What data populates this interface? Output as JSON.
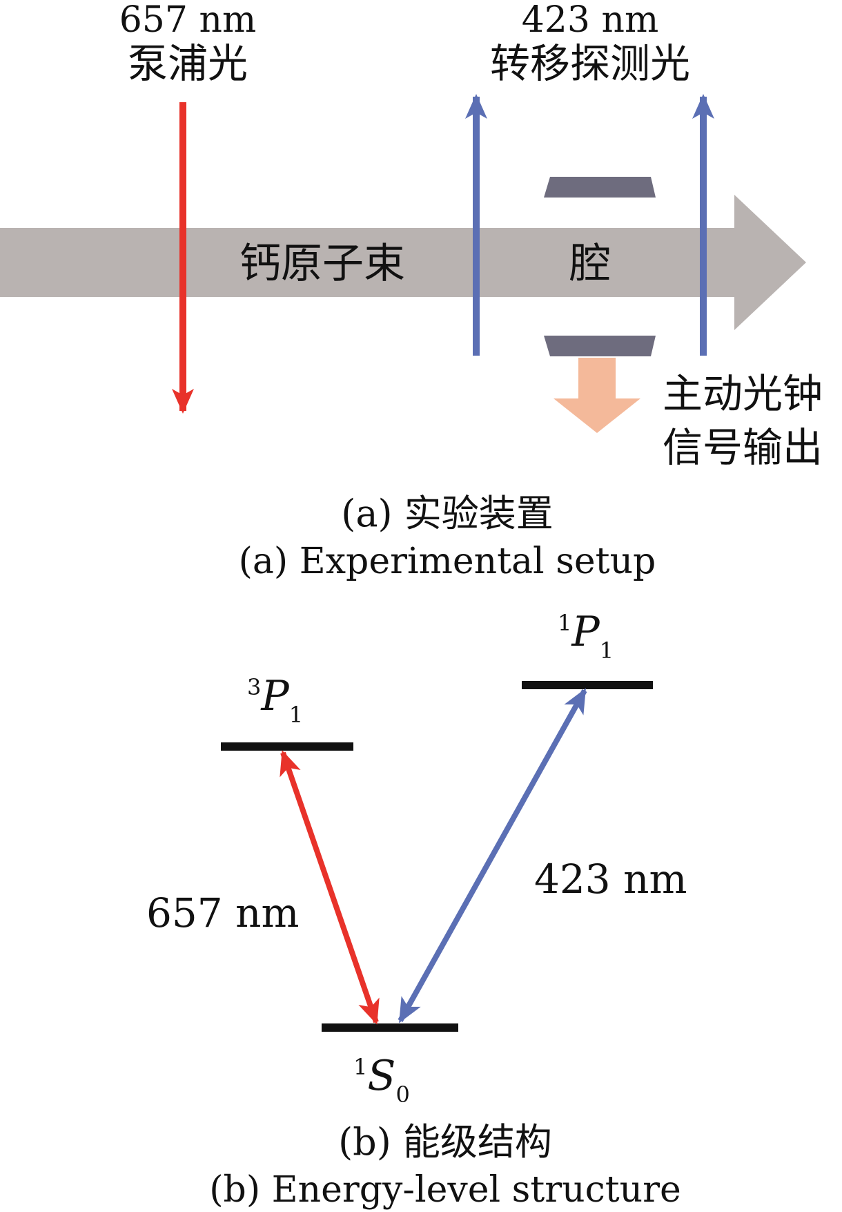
{
  "colors": {
    "red": "#e8322a",
    "blue": "#5b6fb4",
    "beam": "#b9b3b1",
    "mirror": "#6e6c7e",
    "output": "#f4b99a",
    "level": "#111111"
  },
  "setup": {
    "pump_wavelength": "657 nm",
    "pump_label": "泵浦光",
    "probe_wavelength": "423 nm",
    "probe_label": "转移探测光",
    "beam_label": "钙原子束",
    "cavity_label": "腔",
    "output_label_line1": "主动光钟",
    "output_label_line2": "信号输出",
    "caption_cn": "(a) 实验装置",
    "caption_en": "(a) Experimental setup"
  },
  "levels": {
    "p3_sup": "3",
    "p3_letter": "P",
    "p3_sub": "1",
    "p1_sup": "1",
    "p1_letter": "P",
    "p1_sub": "1",
    "s0_sup": "1",
    "s0_letter": "S",
    "s0_sub": "0",
    "red_transition": "657 nm",
    "blue_transition": "423 nm",
    "caption_cn": "(b) 能级结构",
    "caption_en": "(b) Energy-level structure"
  }
}
